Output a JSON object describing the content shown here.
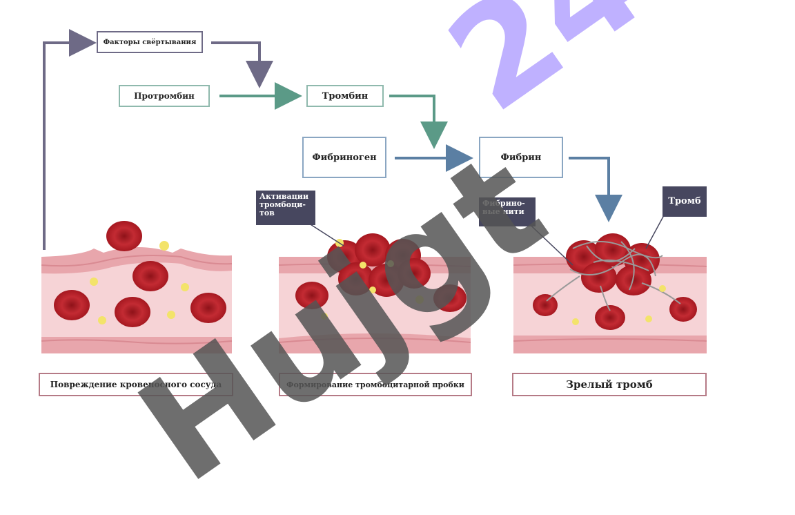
{
  "flow": {
    "factors": "Факторы свёртывания",
    "prothrombin": "Протромбин",
    "thrombin": "Тромбин",
    "fibrinogen": "Фибриноген",
    "fibrin": "Фибрин"
  },
  "labels": {
    "platelet_activation": "Активации тромбоци-тов",
    "fibrin_threads": "Фибрино-вые нити",
    "thrombus": "Тромб"
  },
  "stages": {
    "damage": "Повреждение кровеносного сосуда",
    "plug": "Формирование тромбоцитарной пробки",
    "mature": "Зрелый тромб"
  },
  "watermark": {
    "text1": "Hujgt",
    "text2": "24"
  },
  "colors": {
    "arrow_purple": "#6e6a86",
    "arrow_green": "#5b9a87",
    "arrow_blue": "#5b7fa3",
    "vessel": "#f4c9cc",
    "rbc": "#b5202a",
    "platelet": "#f3e36a",
    "label_dark": "#47475f",
    "watermark_purple": "#b5a4ff",
    "watermark_gray": "#555555"
  }
}
